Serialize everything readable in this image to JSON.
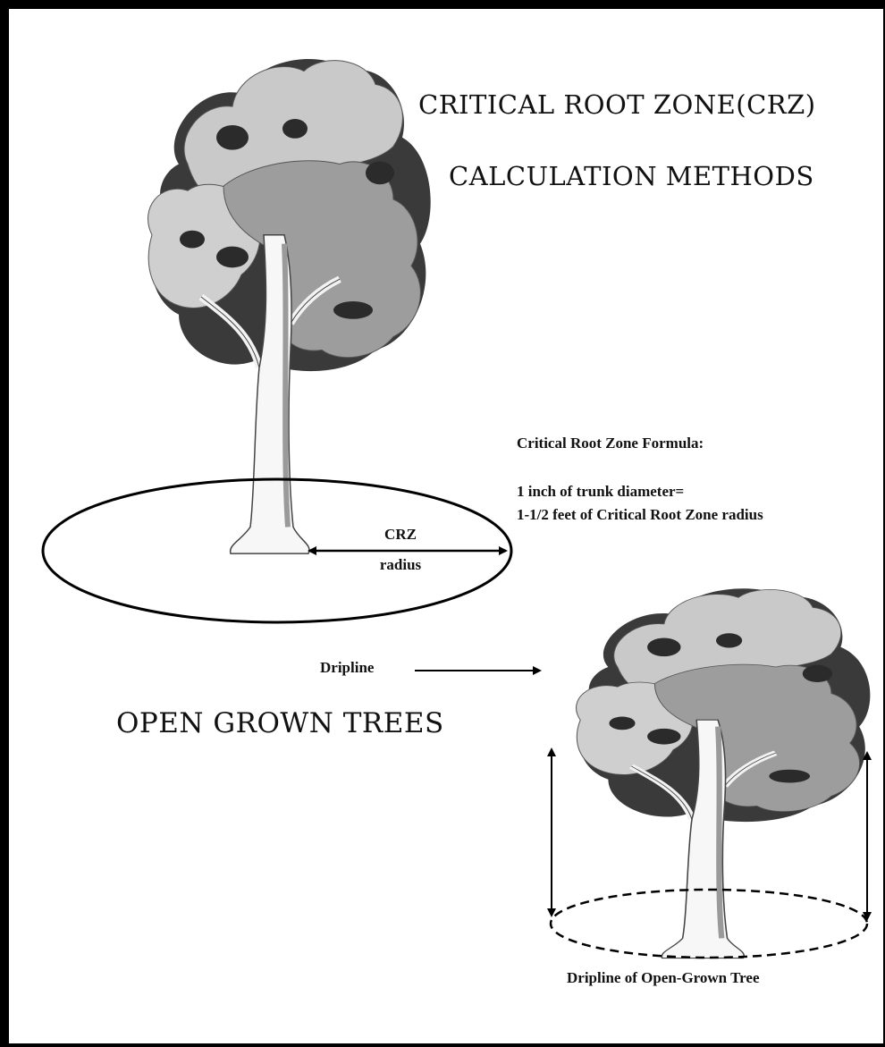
{
  "title_line1": "CRITICAL ROOT ZONE(CRZ)",
  "title_line2": "CALCULATION METHODS",
  "formula_heading": "Critical Root Zone Formula:",
  "formula_line1": "1 inch of trunk diameter=",
  "formula_line2": "1-1/2 feet of Critical Root Zone radius",
  "crz_label_line1": "CRZ",
  "crz_label_line2": "radius",
  "section_title": "OPEN GROWN TREES",
  "dripline_label": "Dripline",
  "dripline_caption": "Dripline of Open-Grown Tree"
}
